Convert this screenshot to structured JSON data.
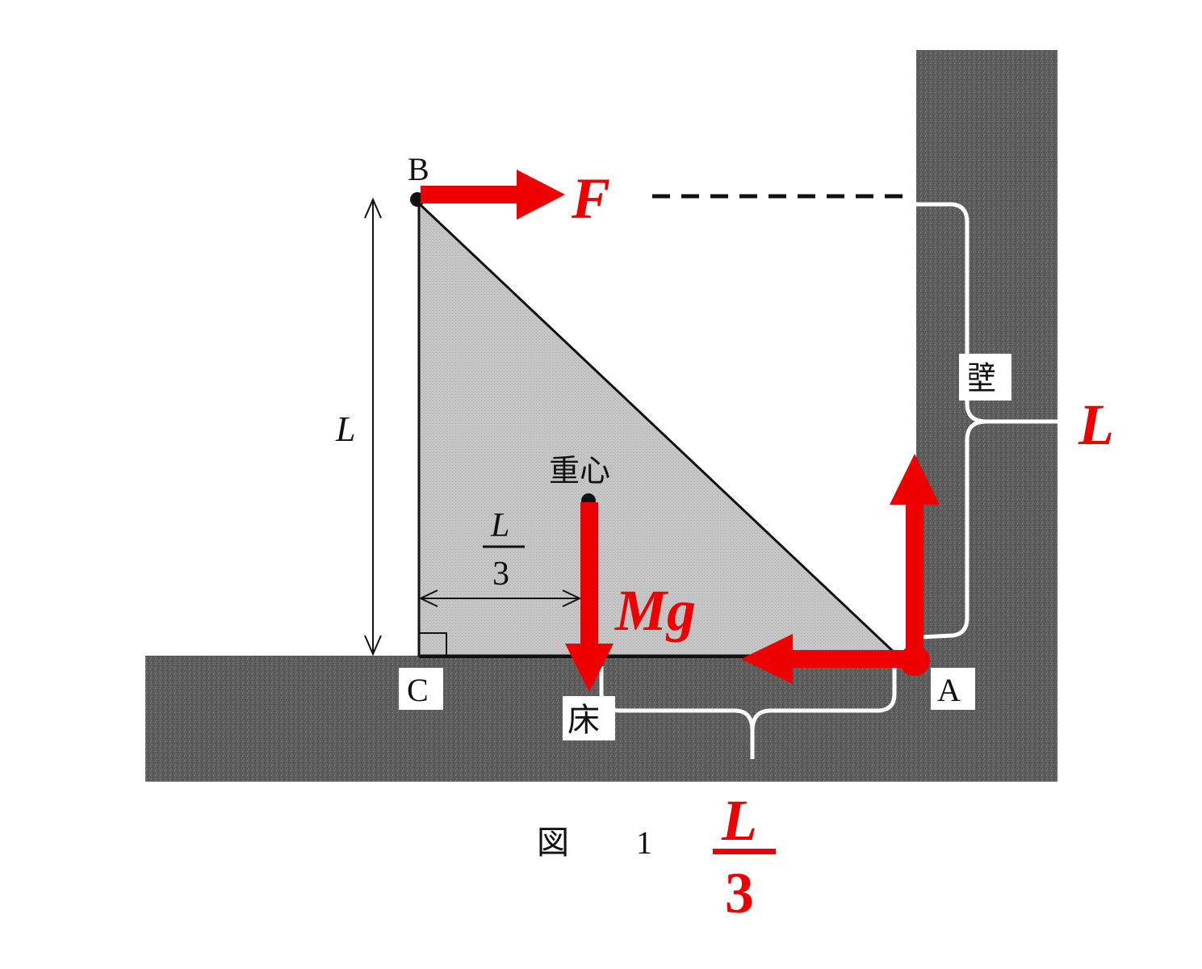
{
  "figure": {
    "caption_zu": "図",
    "caption_num": "1"
  },
  "labels": {
    "point_b": "B",
    "point_c": "C",
    "point_a": "A",
    "center_of_mass": "重心",
    "floor": "床",
    "wall": "壁",
    "height_l": "L",
    "dist_numerator": "L",
    "dist_denominator": "3"
  },
  "annotations": {
    "force_f": "F",
    "force_mg": "Mg",
    "wall_height_l": "L",
    "floor_frac_numerator": "L",
    "floor_frac_denominator": "3"
  },
  "colors": {
    "red": "#ee0000",
    "surface": "#5a5a5a",
    "triangle_fill": "#c4c4c4",
    "ink": "#111111",
    "white_brace": "#ffffff"
  }
}
